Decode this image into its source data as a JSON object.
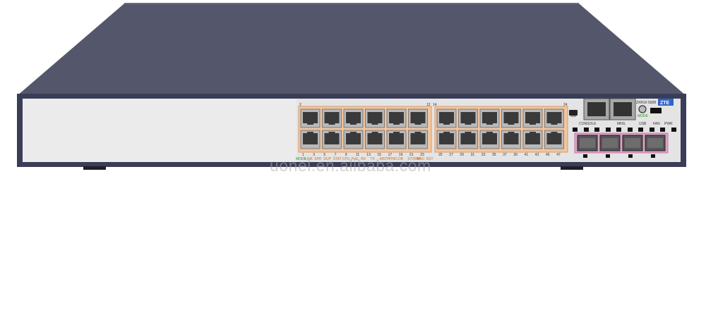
{
  "device": {
    "brand": "ZTE",
    "model": "ZXR10 5928",
    "console_label": "CONSOLE",
    "mng_label": "MNG",
    "mode_label": "MODE",
    "usb_label": "USB",
    "fan_label": "FAN",
    "pwr_label": "PWR",
    "port_top_left": "2",
    "port_top_mid_a": "12",
    "port_top_mid_b": "14",
    "port_top_right": "24",
    "bottom_numbers": [
      "1",
      "3",
      "5",
      "7",
      "9",
      "11",
      "13",
      "15",
      "17",
      "19",
      "21",
      "23",
      "25",
      "27",
      "29",
      "31",
      "33",
      "35",
      "37",
      "39",
      "41",
      "43",
      "45",
      "47"
    ],
    "mode_indicators": [
      "LINK",
      "SPD",
      "DUP",
      "STAT",
      "CPU",
      "PoE",
      "RX",
      "TX",
      "MSTP",
      "PING",
      "DB",
      "STORM",
      "MAC",
      "RST"
    ],
    "colors": {
      "body_top": "#54576b",
      "front_bezel": "#3a3d57",
      "front_panel": "#ebebeb",
      "port_housing": "#f2c6a0",
      "sfp_housing": "#e0a3c8",
      "brand_badge": "#2f63c8"
    }
  },
  "watermark": "uonel.en.alibaba.com"
}
